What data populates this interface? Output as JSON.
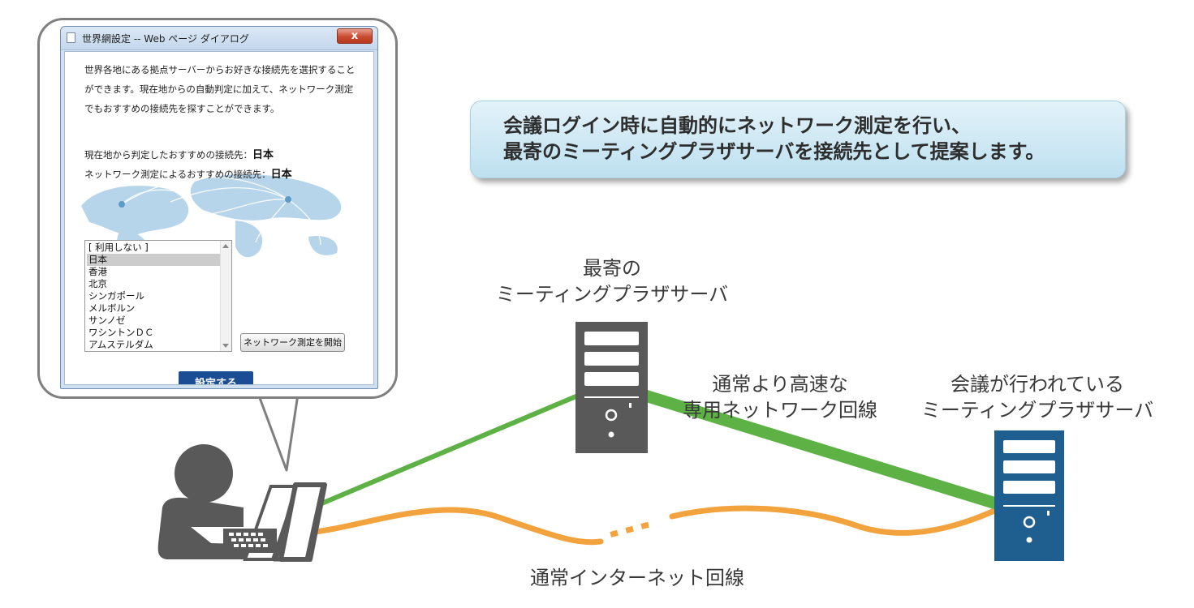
{
  "dialog": {
    "title": "世界網設定 -- Web ページ ダイアログ",
    "close_symbol": "x",
    "description": "世界各地にある拠点サーバーからお好きな接続先を選択することができます。現在地からの自動判定に加えて、ネットワーク測定でもおすすめの接続先を探すことができます。",
    "location_recommendation_label": "現在地から判定したおすすめの接続先：",
    "location_recommendation_value": "日本",
    "network_recommendation_label": "ネットワーク測定によるおすすめの接続先：",
    "network_recommendation_value": "日本",
    "server_options": [
      "[ 利用しない ]",
      "日本",
      "香港",
      "北京",
      "シンガポール",
      "メルボルン",
      "サンノゼ",
      "ワシントンＤＣ",
      "アムステルダム"
    ],
    "selected_option": "日本",
    "network_test_button": "ネットワーク測定を開始",
    "apply_button": "設定する"
  },
  "banner": {
    "line1": "会議ログイン時に自動的にネットワーク測定を行い、",
    "line2": "最寄のミーティングプラザサーバを接続先として提案します。"
  },
  "labels": {
    "nearest_server_line1": "最寄の",
    "nearest_server_line2": "ミーティングプラザサーバ",
    "dedicated_line1": "通常より高速な",
    "dedicated_line2": "専用ネットワーク回線",
    "meeting_server_line1": "会議が行われている",
    "meeting_server_line2": "ミーティングプラザサーバ",
    "internet_line": "通常インターネット回線",
    "ellipsis": "・・・"
  },
  "colors": {
    "dedicated_line": "#5db145",
    "internet_line": "#f2a33e",
    "nearest_server": "#595959",
    "meeting_server": "#1f5f8f",
    "user_icon": "#595959",
    "dialog_button": "#1a4d94"
  },
  "icons": [
    "user-at-laptop-icon",
    "server-tower-icon",
    "world-map-icon",
    "document-icon",
    "close-icon"
  ]
}
